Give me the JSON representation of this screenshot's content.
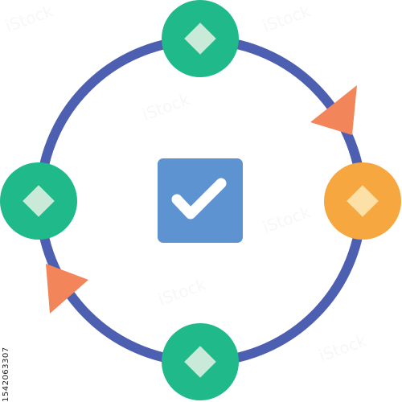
{
  "colors": {
    "ring": "#4d5fb0",
    "node_green": "#1fb98a",
    "node_orange": "#f7a73f",
    "diamond_green_node": "#c9ead9",
    "diamond_orange_node": "#fde0a6",
    "arrow": "#f3855a",
    "check_box": "#5e93d2",
    "check_mark": "#ffffff"
  },
  "icons": {
    "center": "checkbox-check-icon",
    "nodes": [
      "diamond-node-icon-top",
      "diamond-node-icon-left",
      "diamond-node-icon-right",
      "diamond-node-icon-bottom"
    ],
    "arrows": [
      "cycle-arrow-icon-upper-right",
      "cycle-arrow-icon-lower-left"
    ]
  },
  "watermark": {
    "stock_id": "1542063307",
    "pattern_text": "iStock"
  }
}
